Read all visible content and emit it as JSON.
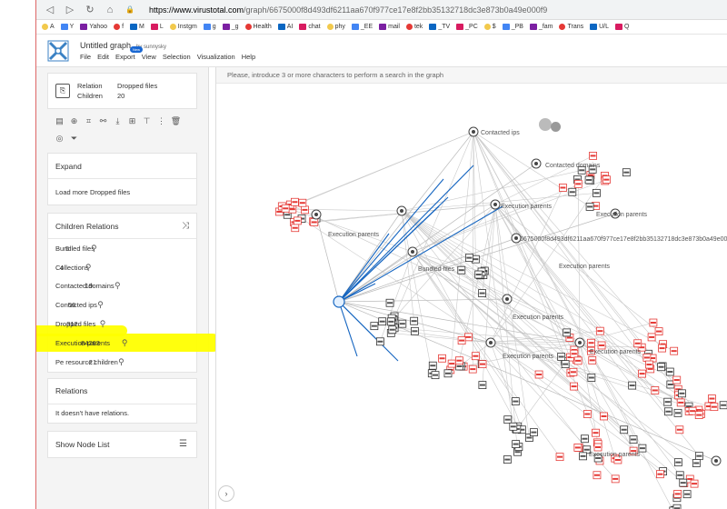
{
  "browser": {
    "url_domain": "https://www.virustotal.com",
    "url_path": "/graph/6675000f8d493df6211aa670f977ce17e8f2bb35132718dc3e873b0a49e000f9",
    "bookmarks": [
      "A",
      "Y",
      "Yahoo",
      "f",
      "M",
      "L",
      "Instgm",
      "g",
      "_g",
      "Health",
      "AI",
      "chat",
      "phy",
      "_EE",
      "mail",
      "tek",
      "_TV",
      "_PC",
      "$",
      "_PB",
      "_fam",
      "Trans",
      "U/L",
      "Q"
    ]
  },
  "app": {
    "title": "Untitled graph",
    "by": "by sunnysky",
    "menu": [
      "File",
      "Edit",
      "Export",
      "View",
      "Selection",
      "Visualization",
      "Help"
    ],
    "export_badge": "New"
  },
  "sidebar": {
    "relation_label": "Relation",
    "relation_value": "Dropped files",
    "children_label": "Children",
    "children_value": "20",
    "expand_title": "Expand",
    "expand_link": "Load more Dropped files",
    "children_relations_title": "Children Relations",
    "children_relations": [
      {
        "name": "Bundled files",
        "count": "5"
      },
      {
        "name": "Collections",
        "count": "4"
      },
      {
        "name": "Contacted domains",
        "count": "19"
      },
      {
        "name": "Contacted ips",
        "count": "56"
      },
      {
        "name": "Dropped files",
        "count": "312"
      },
      {
        "name": "Execution parents",
        "count": "84263"
      },
      {
        "name": "Pe resource children",
        "count": "21"
      }
    ],
    "relations_title": "Relations",
    "relations_text": "It doesn't have relations.",
    "show_node_list": "Show Node List"
  },
  "graph": {
    "search_placeholder": "Please, introduce 3 or more characters to perform a search in the graph",
    "labels": {
      "contacted_ips": "Contacted ips",
      "contacted_domains": "Contacted domains",
      "execution_parents": "Execution parents",
      "bundled_files": "Bundled files",
      "hash": "6675000f8d493df6211aa670f977ce17e8f2bb35132718dc3e873b0a49e000f9"
    }
  },
  "colors": {
    "accent": "#1565c0",
    "highlight": "#ffff00",
    "red_node": "#e53935"
  }
}
